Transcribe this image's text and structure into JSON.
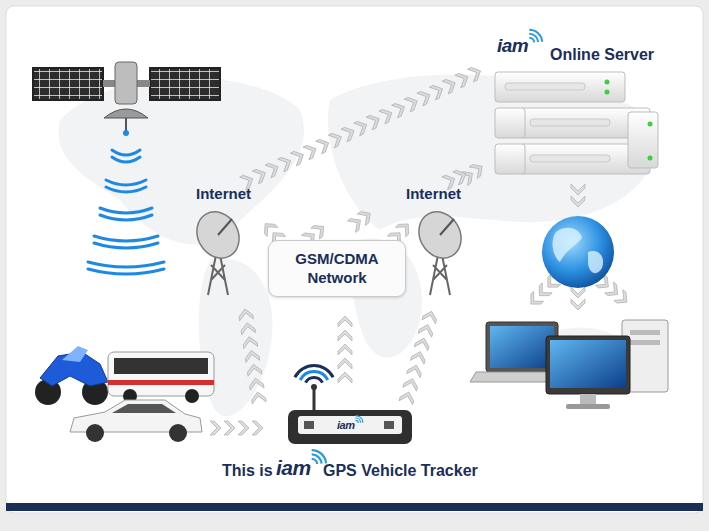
{
  "diagram": {
    "nodes": [
      {
        "text": [
          "GSM/CDMA Network"
        ]
      }
    ],
    "labels": [
      "iam",
      "Online Server",
      "Internet",
      "Internet",
      "iam",
      "This is",
      "iam",
      "GPS Vehicle Tracker"
    ]
  }
}
